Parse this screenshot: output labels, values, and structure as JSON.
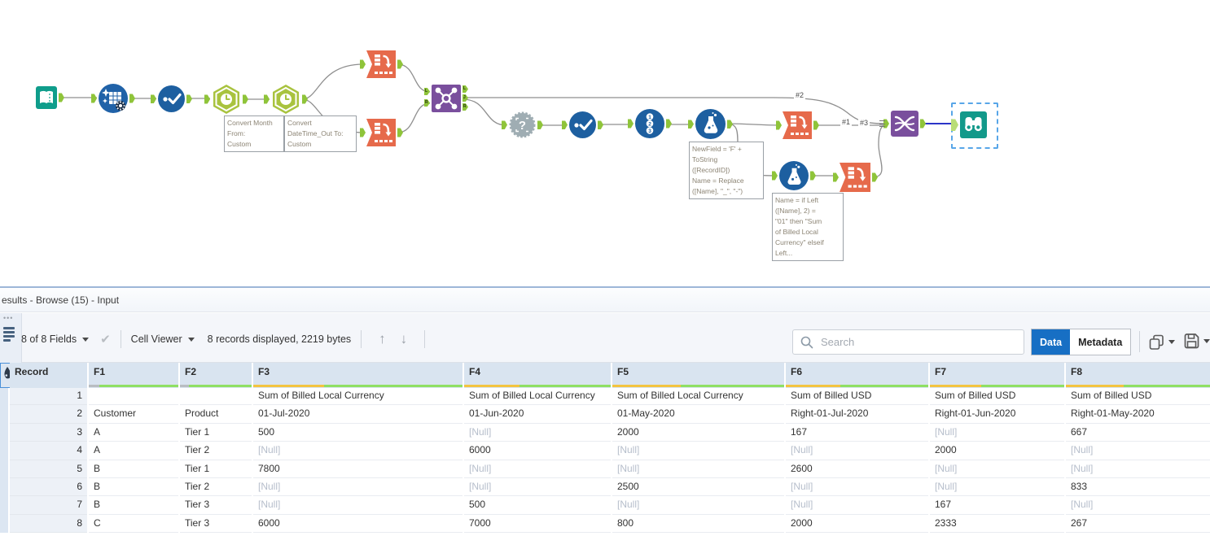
{
  "canvas": {
    "labels": {
      "conn1": "#1",
      "conn2": "#2",
      "conn3": "#3"
    },
    "annotations": {
      "datetime_from": "Convert Month\nFrom:\nCustom",
      "datetime_to": "Convert\nDateTime_Out To:\nCustom",
      "formula1": "NewField = 'F' +\nToString\n([RecordID])\nName = Replace\n([Name], \"_\", \"-\")",
      "formula2": "Name = if Left\n([Name], 2) =\n\"01\" then \"Sum\nof Billed Local\nCurrency\" elseif\nLeft..."
    }
  },
  "results": {
    "title": "esults - Browse (15) - Input",
    "toolbar": {
      "fields_summary": "8 of 8 Fields",
      "cell_viewer": "Cell Viewer",
      "records_info": "8 records displayed, 2219 bytes",
      "search_placeholder": "Search",
      "data_tab": "Data",
      "metadata_tab": "Metadata"
    },
    "table": {
      "columns": [
        {
          "label": "Record",
          "bar": null
        },
        {
          "label": "F1",
          "bar": [
            [
              "#b9bdc1",
              12
            ],
            [
              "#8fdf63",
              88
            ]
          ]
        },
        {
          "label": "F2",
          "bar": [
            [
              "#b9bdc1",
              12
            ],
            [
              "#8fdf63",
              88
            ]
          ]
        },
        {
          "label": "F3",
          "bar": [
            [
              "#f3c440",
              34
            ],
            [
              "#8fdf63",
              66
            ]
          ]
        },
        {
          "label": "F4",
          "bar": [
            [
              "#f3c440",
              38
            ],
            [
              "#8fdf63",
              62
            ]
          ]
        },
        {
          "label": "F5",
          "bar": [
            [
              "#f3c440",
              40
            ],
            [
              "#8fdf63",
              60
            ]
          ]
        },
        {
          "label": "F6",
          "bar": [
            [
              "#f3c440",
              38
            ],
            [
              "#8fdf63",
              62
            ]
          ]
        },
        {
          "label": "F7",
          "bar": [
            [
              "#f3c440",
              38
            ],
            [
              "#8fdf63",
              62
            ]
          ]
        },
        {
          "label": "F8",
          "bar": [
            [
              "#f3c440",
              40
            ],
            [
              "#8fdf63",
              60
            ]
          ]
        }
      ],
      "rows": [
        [
          "1",
          "",
          "",
          "Sum of Billed Local Currency",
          "Sum of Billed Local Currency",
          "Sum of Billed Local Currency",
          "Sum of Billed USD",
          "Sum of Billed USD",
          "Sum of Billed USD"
        ],
        [
          "2",
          "Customer",
          "Product",
          "01-Jul-2020",
          "01-Jun-2020",
          "01-May-2020",
          "Right-01-Jul-2020",
          "Right-01-Jun-2020",
          "Right-01-May-2020"
        ],
        [
          "3",
          "A",
          "Tier 1",
          "500",
          "[Null]",
          "2000",
          "167",
          "[Null]",
          "667"
        ],
        [
          "4",
          "A",
          "Tier 2",
          "[Null]",
          "6000",
          "[Null]",
          "[Null]",
          "2000",
          "[Null]"
        ],
        [
          "5",
          "B",
          "Tier 1",
          "7800",
          "[Null]",
          "[Null]",
          "2600",
          "[Null]",
          "[Null]"
        ],
        [
          "6",
          "B",
          "Tier 2",
          "[Null]",
          "[Null]",
          "2500",
          "[Null]",
          "[Null]",
          "833"
        ],
        [
          "7",
          "B",
          "Tier 3",
          "[Null]",
          "500",
          "[Null]",
          "[Null]",
          "167",
          "[Null]"
        ],
        [
          "8",
          "C",
          "Tier 3",
          "6000",
          "7000",
          "800",
          "2000",
          "2333",
          "267"
        ]
      ],
      "null_display": "[Null]"
    }
  }
}
